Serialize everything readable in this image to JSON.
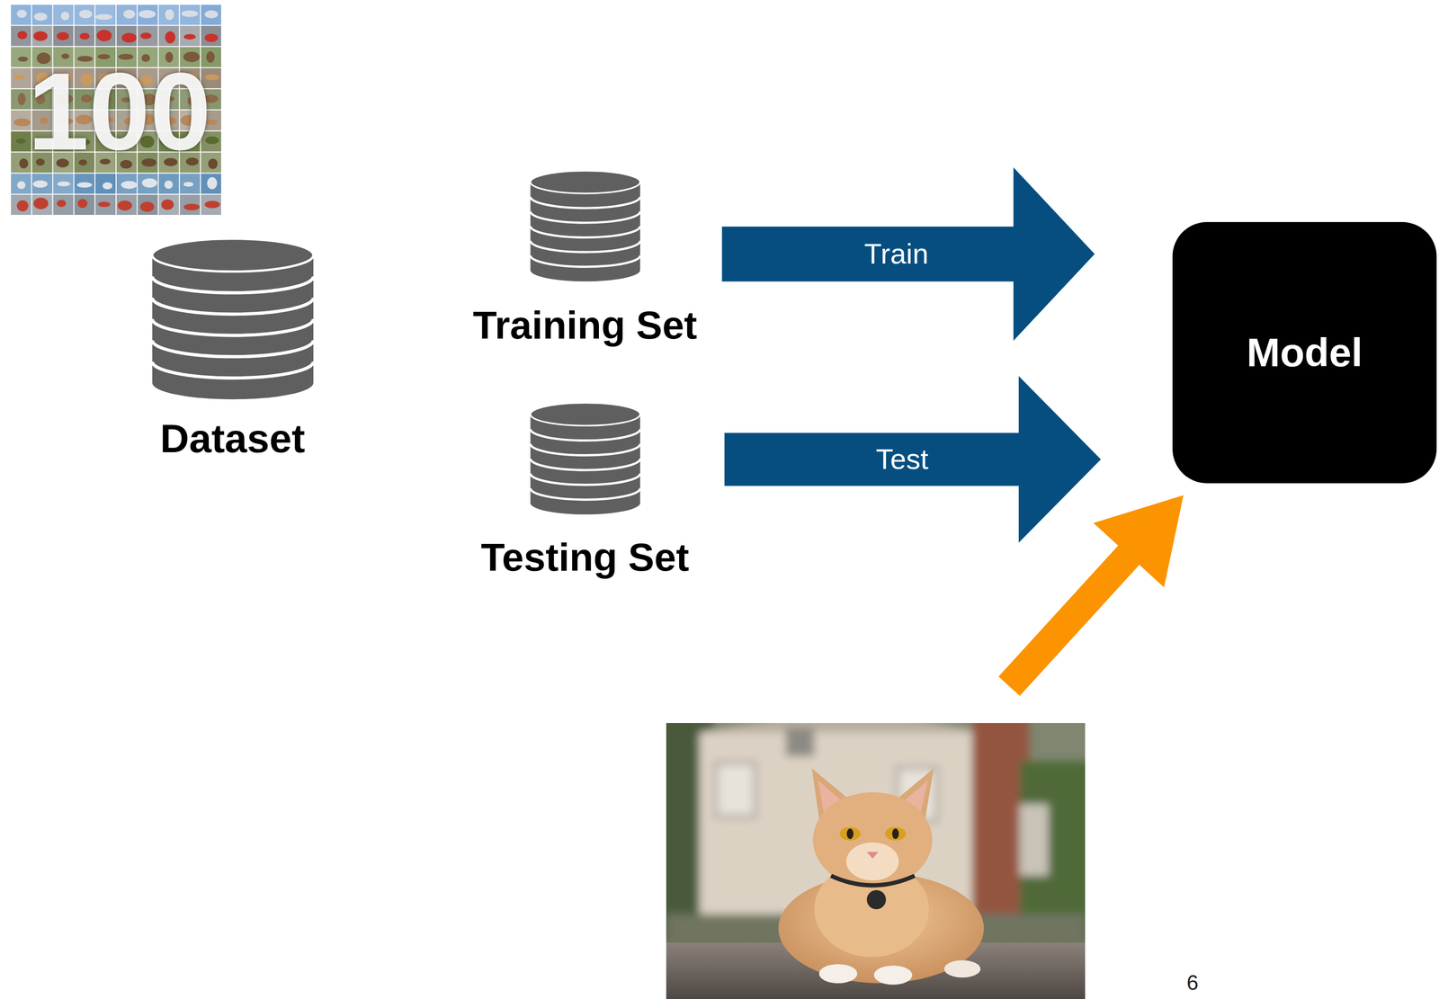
{
  "diagram": {
    "nodes": [
      {
        "text": [
          "Dataset"
        ]
      },
      {
        "text": [
          "Training Set"
        ]
      },
      {
        "text": [
          "Testing Set"
        ]
      },
      {
        "text": [
          "Model"
        ]
      }
    ],
    "edges": [
      {
        "from": 1,
        "to": 3,
        "label": "Train",
        "arrow": "to"
      },
      {
        "from": 2,
        "to": 3,
        "label": "Test",
        "arrow": "to"
      }
    ],
    "labels": [
      "100",
      "6"
    ]
  }
}
